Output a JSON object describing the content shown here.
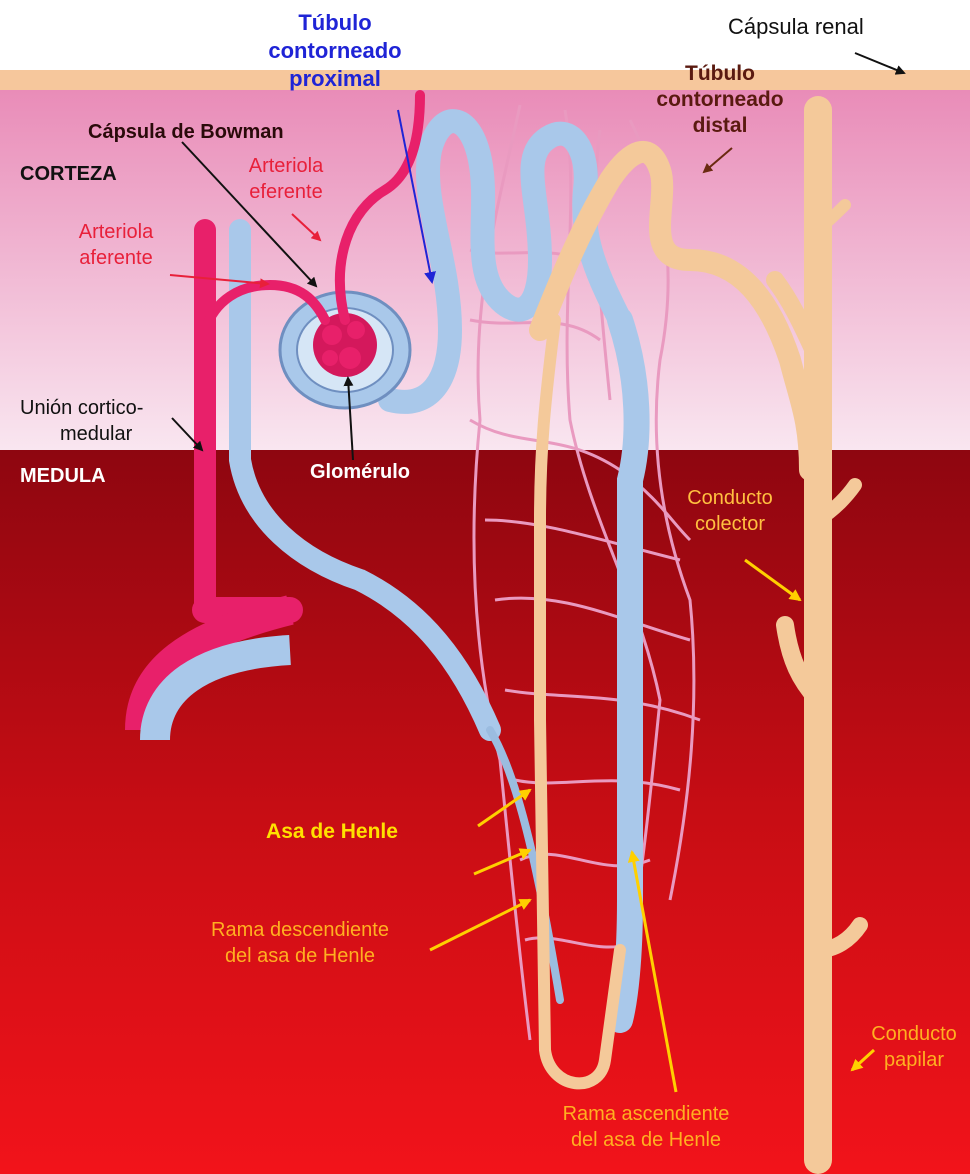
{
  "regions": {
    "cortex": "CORTEZA",
    "medulla": "MEDULA",
    "junction": [
      "Unión cortico-",
      "medular"
    ],
    "capsule": "Cápsula renal"
  },
  "labels": {
    "proximal_tubule": [
      "Túbulo",
      "contorneado",
      "proximal"
    ],
    "bowman_capsule": "Cápsula de Bowman",
    "distal_tubule": [
      "Túbulo",
      "contorneado",
      "distal"
    ],
    "efferent_arteriole": [
      "Arteriola",
      "eferente"
    ],
    "afferent_arteriole": [
      "Arteriola",
      "aferente"
    ],
    "glomerulus": "Glomérulo",
    "collecting_duct": [
      "Conducto",
      "colector"
    ],
    "loop_of_henle": "Asa de Henle",
    "descending_limb": [
      "Rama descendiente",
      "del asa de Henle"
    ],
    "ascending_limb": [
      "Rama ascendiente",
      "del asa de Henle"
    ],
    "papillary_duct": [
      "Conducto",
      "papilar"
    ]
  },
  "colors": {
    "capsule_band": "#f6c79c",
    "cortex_top": "#e98cb8",
    "cortex_bottom": "#f9e6f0",
    "medulla_top": "#8e0610",
    "medulla_bottom": "#f2131a",
    "artery": "#e8206a",
    "vein_tubule": "#a9c8ea",
    "distal_collecting": "#f4c99a",
    "blue_label": "#1f24d6",
    "yellow_label": "#ffe000",
    "orange_label": "#ffb020",
    "dark_label": "#5a1a10",
    "red_label": "#e8203a"
  }
}
